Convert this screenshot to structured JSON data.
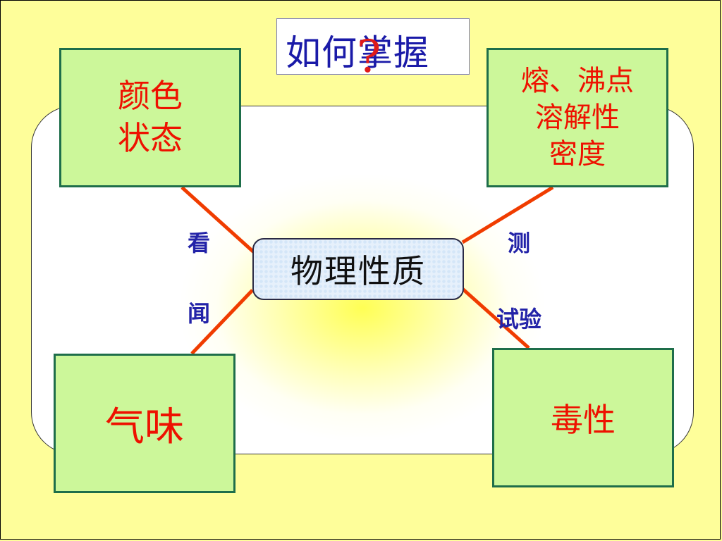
{
  "title": {
    "text": "如何掌握",
    "mark": "?"
  },
  "center": {
    "label": "物理性质"
  },
  "boxes": {
    "top_left": "颜色\n状态",
    "top_right": "熔、沸点\n溶解性\n密度",
    "bottom_left": "气味",
    "bottom_right": "毒性"
  },
  "methods": {
    "look": "看",
    "smell": "闻",
    "measure": "测",
    "test": "试验"
  },
  "colors": {
    "background": "#fefe9a",
    "box_fill": "#ccf79a",
    "box_border": "#1e6e4a",
    "box_text": "#ee1100",
    "title_text": "#1a1aa8",
    "connector": "#f03c00",
    "method_text": "#2323a8"
  }
}
